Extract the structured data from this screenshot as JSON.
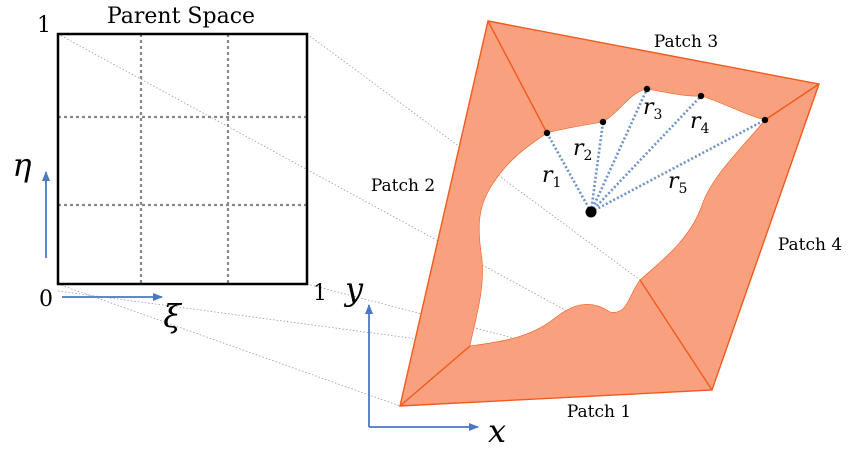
{
  "parent_space": {
    "title": "Parent Space",
    "eta_label": "η",
    "xi_label": "ξ",
    "tick_one_top": "1",
    "tick_zero": "0",
    "tick_one_right": "1"
  },
  "physical_space": {
    "x_label": "x",
    "y_label": "y",
    "patches": [
      {
        "id": "patch-1",
        "label": "Patch 1"
      },
      {
        "id": "patch-2",
        "label": "Patch 2"
      },
      {
        "id": "patch-3",
        "label": "Patch 3"
      },
      {
        "id": "patch-4",
        "label": "Patch 4"
      }
    ],
    "radii": [
      {
        "id": "r1",
        "base": "r",
        "sub": "1"
      },
      {
        "id": "r2",
        "base": "r",
        "sub": "2"
      },
      {
        "id": "r3",
        "base": "r",
        "sub": "3"
      },
      {
        "id": "r4",
        "base": "r",
        "sub": "4"
      },
      {
        "id": "r5",
        "base": "r",
        "sub": "5"
      }
    ]
  },
  "colors": {
    "patch_fill": "#f9a07f",
    "patch_edge": "#f25a1e",
    "radius_line": "#6f93c6",
    "axis_arrow": "#4a78c2",
    "grid": "#888888",
    "connector": "#9a9a9a"
  }
}
